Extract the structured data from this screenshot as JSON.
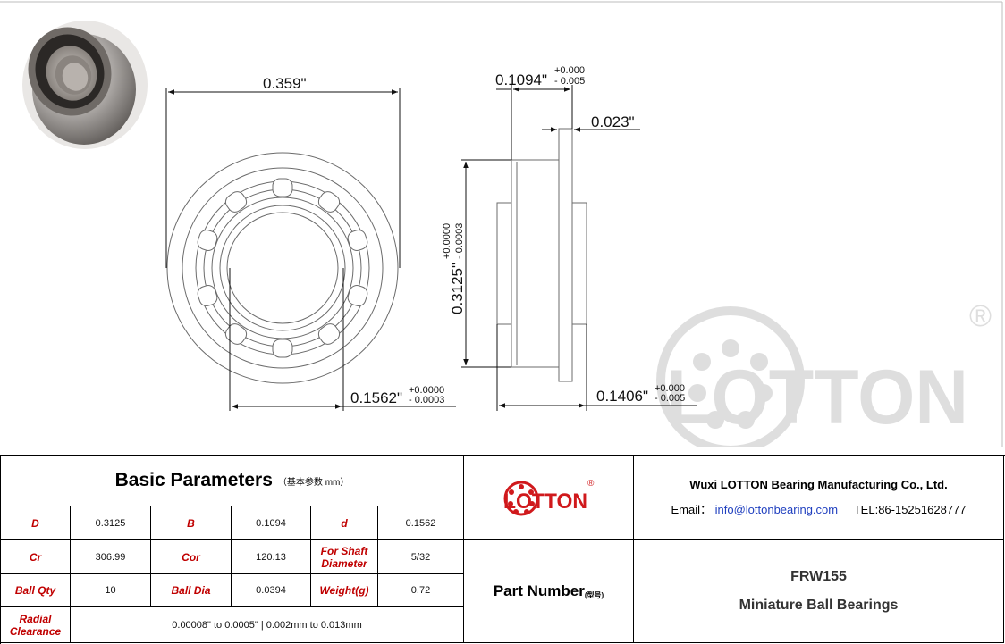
{
  "drawing": {
    "dim_outer_flange": "0.359\"",
    "dim_width": "0.1094\"",
    "dim_width_tol_plus": "+0.000",
    "dim_width_tol_minus": "- 0.005",
    "dim_flange": "0.023\"",
    "dim_outer": "0.3125\"",
    "dim_outer_tol_plus": "+0.0000",
    "dim_outer_tol_minus": "- 0.0003",
    "dim_bore": "0.1562\"",
    "dim_bore_tol_plus": "+0.0000",
    "dim_bore_tol_minus": "- 0.0003",
    "dim_bore_width": "0.1406\"",
    "dim_bore_width_tol_plus": "+0.000",
    "dim_bore_width_tol_minus": "- 0.005",
    "watermark_text": "LOTTON",
    "watermark_registered": "®"
  },
  "params": {
    "title": "Basic Parameters",
    "subtitle": "（基本参数 mm）",
    "rows": [
      [
        {
          "label": "D",
          "value": "0.3125"
        },
        {
          "label": "B",
          "value": "0.1094"
        },
        {
          "label": "d",
          "value": "0.1562"
        }
      ],
      [
        {
          "label": "Cr",
          "value": "306.99"
        },
        {
          "label": "Cor",
          "value": "120.13"
        },
        {
          "label": "For Shaft Diameter",
          "value": "5/32"
        }
      ],
      [
        {
          "label": "Ball Qty",
          "value": "10"
        },
        {
          "label": "Ball Dia",
          "value": "0.0394"
        },
        {
          "label": "Weight(g)",
          "value": "0.72"
        }
      ]
    ],
    "clearance_label": "Radial Clearance",
    "clearance_value": "0.00008\" to 0.0005\" | 0.002mm to 0.013mm"
  },
  "logo": {
    "text": "LOTTON",
    "registered": "®",
    "color": "#d0191c"
  },
  "company": {
    "name": "Wuxi LOTTON Bearing Manufacturing Co., Ltd.",
    "email_label": "Email：",
    "email": "info@lottonbearing.com",
    "tel": "TEL:86-15251628777"
  },
  "part": {
    "label": "Part Number",
    "label_small": "(型号)",
    "number": "FRW155",
    "description": "Miniature Ball Bearings"
  }
}
